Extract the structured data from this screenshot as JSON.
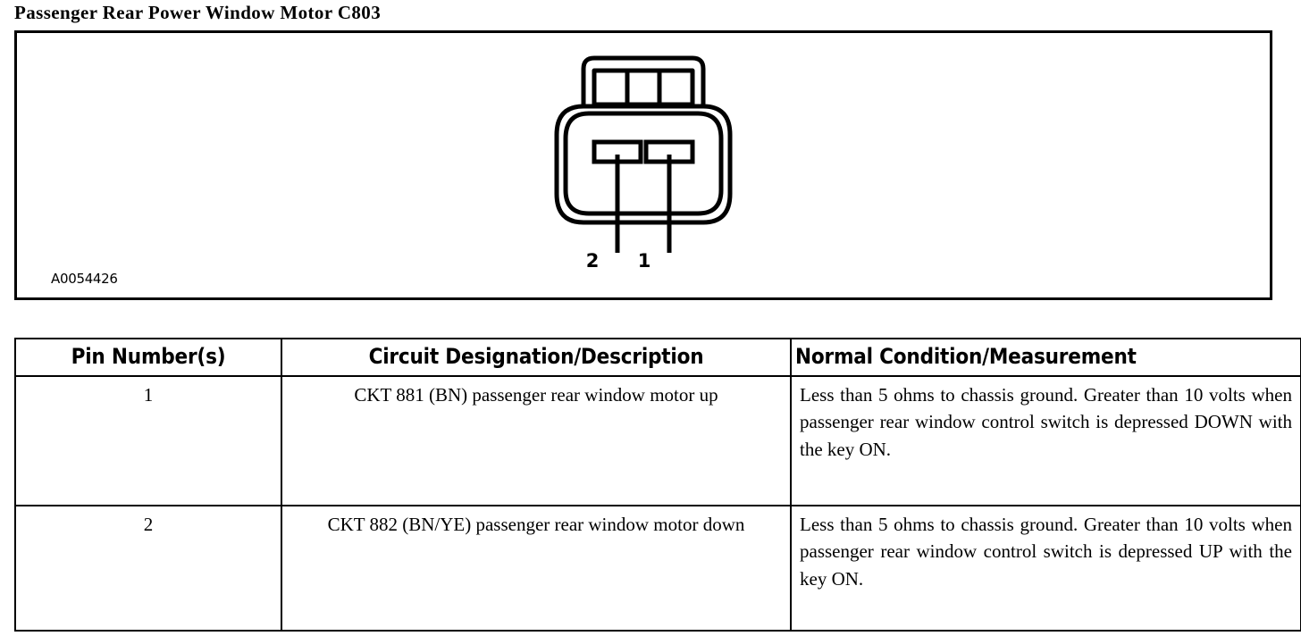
{
  "title": "Passenger Rear Power Window Motor C803",
  "diagram": {
    "code": "A0054426",
    "connector_name": "two-cavity-connector",
    "pins": [
      {
        "position": "left",
        "label": "2"
      },
      {
        "position": "right",
        "label": "1"
      }
    ]
  },
  "table": {
    "headers": [
      "Pin Number(s)",
      "Circuit Designation/Description",
      "Normal Condition/Measurement"
    ],
    "rows": [
      {
        "pin": "1",
        "circuit": "CKT 881 (BN) passenger rear window motor up",
        "measurement": "Less than 5 ohms to chassis ground. Greater than 10 volts when passenger rear window control switch is depressed DOWN with the key ON."
      },
      {
        "pin": "2",
        "circuit": "CKT 882 (BN/YE) passenger rear window motor down",
        "measurement": "Less than 5 ohms to chassis ground. Greater than 10 volts when passenger rear window control switch is depressed UP with the key ON."
      }
    ]
  },
  "colors": {
    "ink": "#000000",
    "paper": "#ffffff"
  }
}
